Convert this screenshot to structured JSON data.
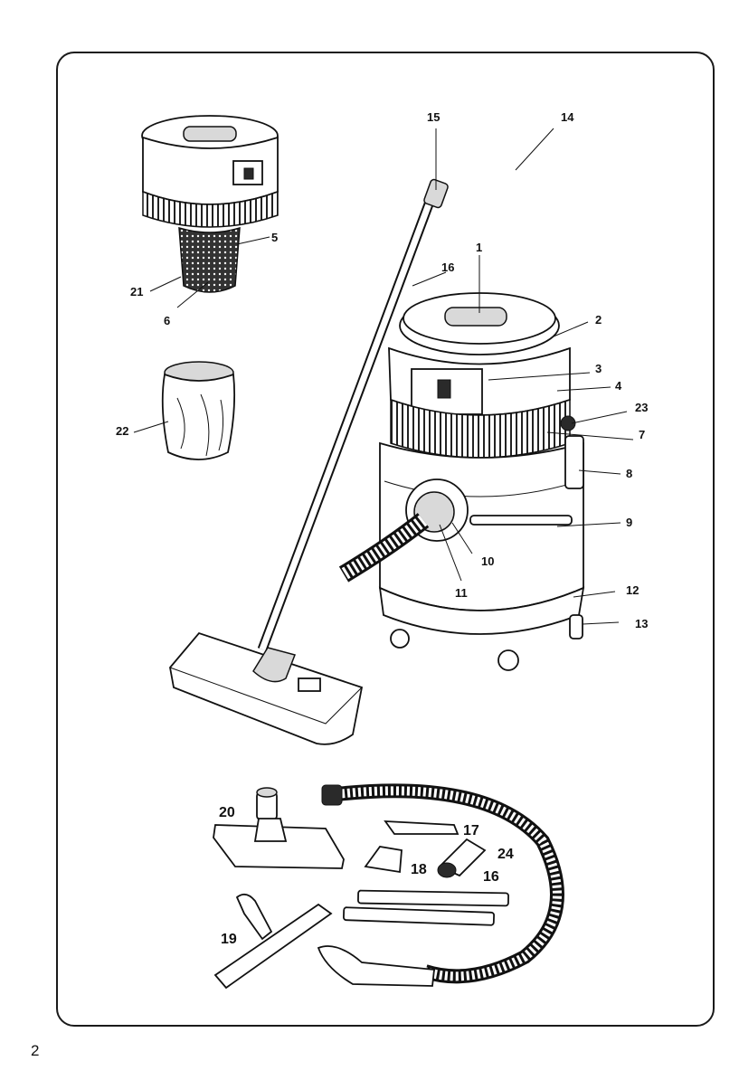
{
  "page_number": "2",
  "callouts": [
    "1",
    "2",
    "3",
    "4",
    "5",
    "6",
    "7",
    "8",
    "9",
    "10",
    "11",
    "12",
    "13",
    "14",
    "15",
    "16",
    "16",
    "17",
    "18",
    "19",
    "20",
    "21",
    "22",
    "23",
    "24"
  ]
}
